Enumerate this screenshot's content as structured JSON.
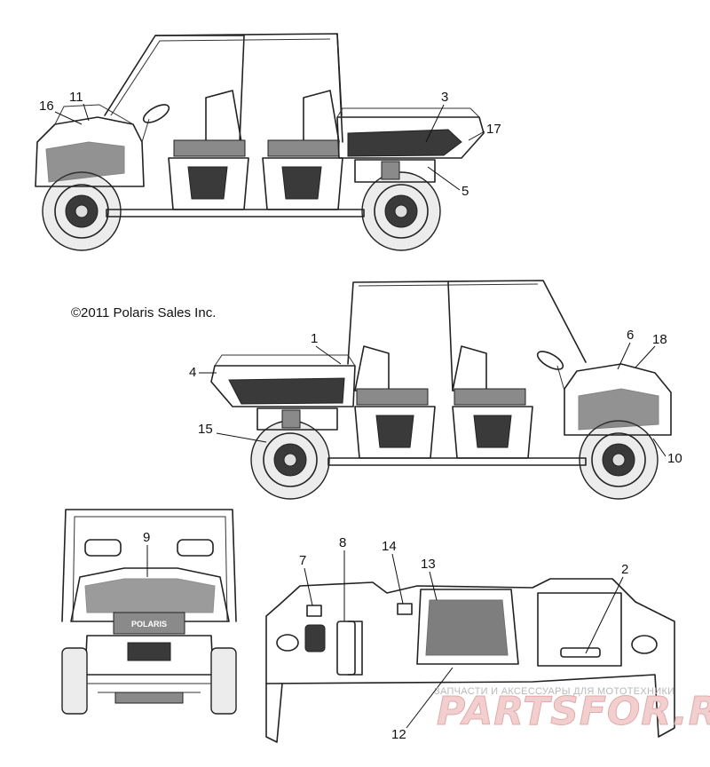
{
  "copyright": "©2011 Polaris Sales Inc.",
  "views": {
    "side_left": {
      "callouts": [
        {
          "id": "c16",
          "text": "16"
        },
        {
          "id": "c11",
          "text": "11"
        },
        {
          "id": "c3",
          "text": "3"
        },
        {
          "id": "c17",
          "text": "17"
        },
        {
          "id": "c5",
          "text": "5"
        }
      ]
    },
    "side_right": {
      "callouts": [
        {
          "id": "c1",
          "text": "1"
        },
        {
          "id": "c4",
          "text": "4"
        },
        {
          "id": "c6",
          "text": "6"
        },
        {
          "id": "c18",
          "text": "18"
        },
        {
          "id": "c15",
          "text": "15"
        },
        {
          "id": "c10",
          "text": "10"
        }
      ]
    },
    "front": {
      "callouts": [
        {
          "id": "c9",
          "text": "9"
        }
      ],
      "grille_badge": "POLARIS"
    },
    "dash": {
      "callouts": [
        {
          "id": "c7",
          "text": "7"
        },
        {
          "id": "c8",
          "text": "8"
        },
        {
          "id": "c14",
          "text": "14"
        },
        {
          "id": "c13",
          "text": "13"
        },
        {
          "id": "c2",
          "text": "2"
        },
        {
          "id": "c12",
          "text": "12"
        }
      ]
    }
  },
  "watermark": {
    "tagline": "ЗАПЧАСТИ И АКСЕССУАРЫ ДЛЯ МОТОТЕХНИКИ",
    "brand": "PARTSFOR.RU"
  },
  "colors": {
    "line": "#222222",
    "watermark_red": "#e3a9a9",
    "watermark_gray": "#b9b9b9"
  }
}
